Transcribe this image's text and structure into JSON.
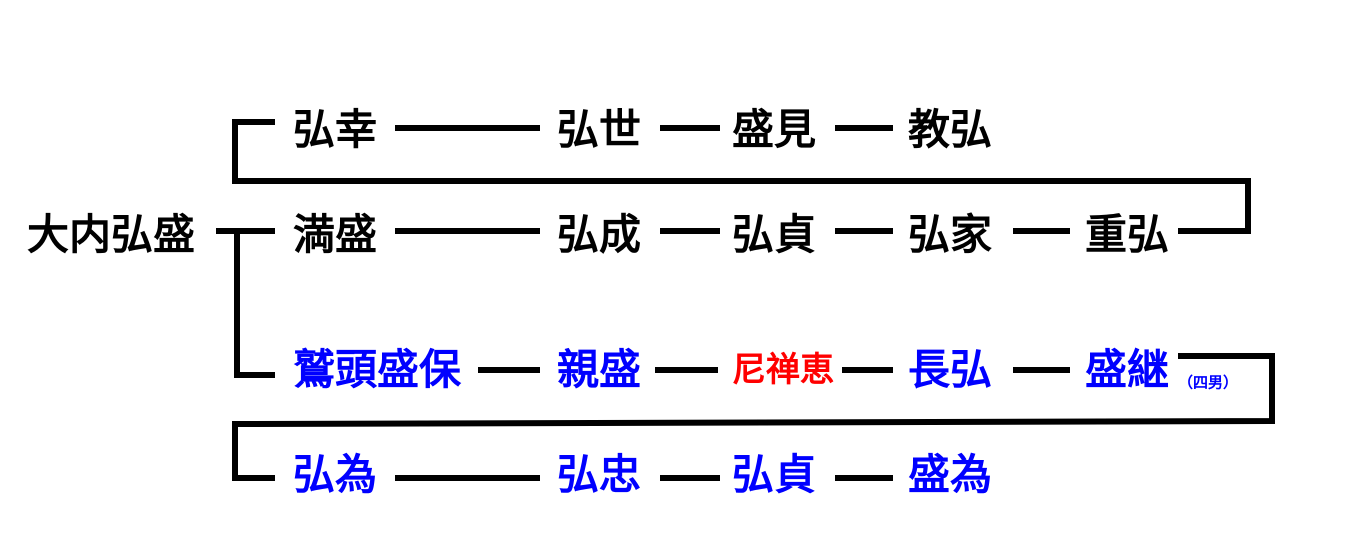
{
  "colors": {
    "line": "#000000",
    "main": "#000000",
    "secondary": "#0000ff",
    "highlight": "#ff0000"
  },
  "root": "大内弘盛",
  "row1": [
    "弘幸",
    "弘世",
    "盛見",
    "教弘"
  ],
  "row2": [
    "満盛",
    "弘成",
    "弘貞",
    "弘家",
    "重弘"
  ],
  "row3": [
    "鷲頭盛保",
    "親盛",
    "尼禅恵",
    "長弘",
    "盛継"
  ],
  "row3_note": "（四男）",
  "row4": [
    "弘為",
    "弘忠",
    "弘貞",
    "盛為"
  ]
}
